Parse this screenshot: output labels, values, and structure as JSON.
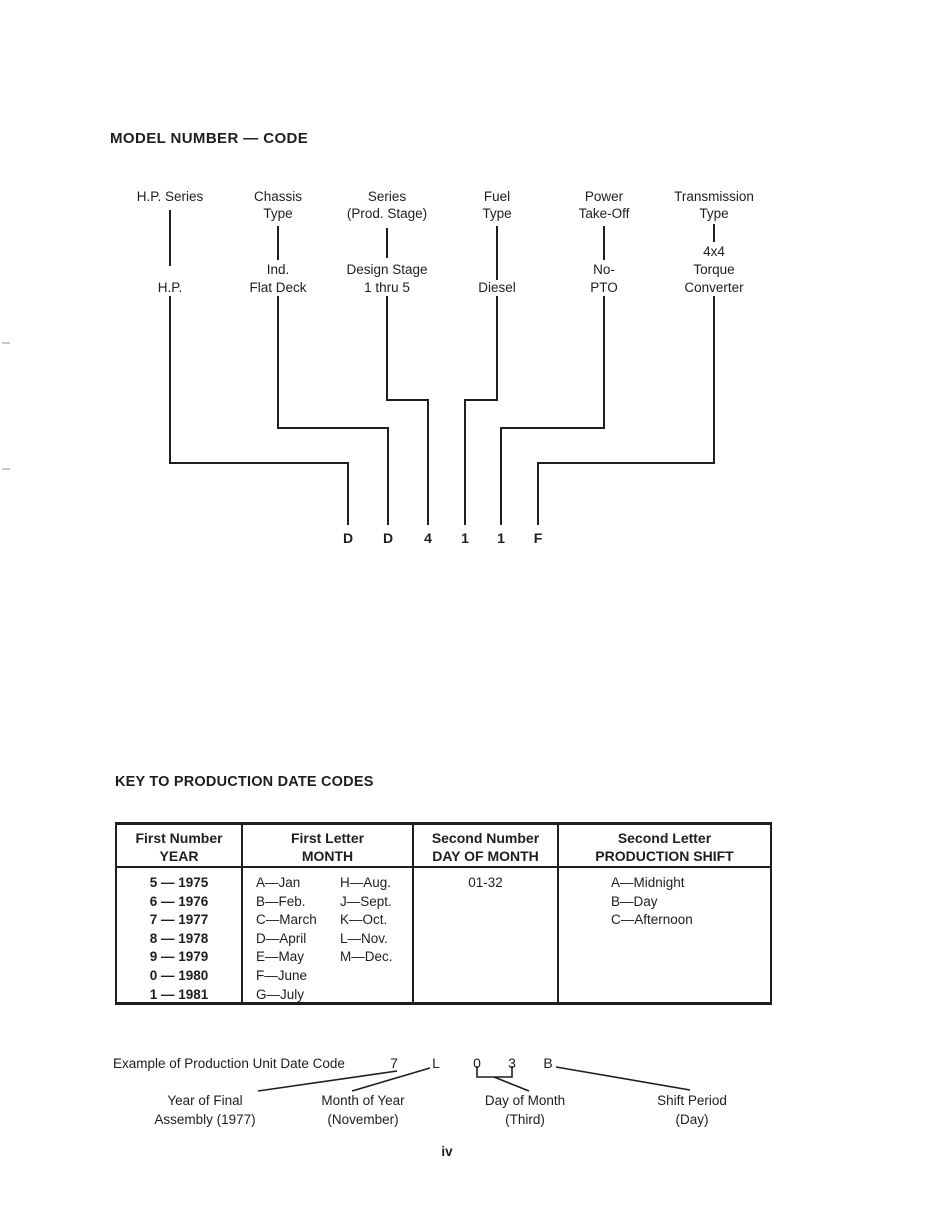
{
  "colors": {
    "ink": "#1e1e1e",
    "paper": "#ffffff"
  },
  "page": {
    "number": "iv"
  },
  "model_code_diagram": {
    "title": "MODEL NUMBER — CODE",
    "columns": [
      {
        "label": [
          "H.P. Series"
        ],
        "value": [
          "H.P."
        ],
        "code": "D"
      },
      {
        "label": [
          "Chassis",
          "Type"
        ],
        "value": [
          "Ind.",
          "Flat Deck"
        ],
        "code": "D"
      },
      {
        "label": [
          "Series",
          "(Prod. Stage)"
        ],
        "value": [
          "Design Stage",
          "1 thru 5"
        ],
        "code": "4"
      },
      {
        "label": [
          "Fuel",
          "Type"
        ],
        "value": [
          "Diesel"
        ],
        "code": "1"
      },
      {
        "label": [
          "Power",
          "Take-Off"
        ],
        "value": [
          "No-",
          "PTO"
        ],
        "code": "1"
      },
      {
        "label": [
          "Transmission",
          "Type"
        ],
        "value": [
          "4x4",
          "Torque",
          "Converter"
        ],
        "code": "F"
      }
    ]
  },
  "date_codes": {
    "heading": "KEY TO PRODUCTION DATE CODES",
    "table": {
      "headers": [
        [
          "First Number",
          "YEAR"
        ],
        [
          "First Letter",
          "MONTH"
        ],
        [
          "Second Number",
          "DAY OF MONTH"
        ],
        [
          "Second Letter",
          "PRODUCTION SHIFT"
        ]
      ],
      "year_rows": [
        "5 — 1975",
        "6 — 1976",
        "7 — 1977",
        "8 — 1978",
        "9 — 1979",
        "0 — 1980",
        "1 — 1981"
      ],
      "month_rows": [
        [
          "A—Jan",
          "H—Aug."
        ],
        [
          "B—Feb.",
          "J—Sept."
        ],
        [
          "C—March",
          "K—Oct."
        ],
        [
          "D—April",
          "L—Nov."
        ],
        [
          "E—May",
          "M—Dec."
        ],
        [
          "F—June"
        ],
        [
          "G—July"
        ]
      ],
      "day_of_month": "01-32",
      "shift_rows": [
        "A—Midnight",
        "B—Day",
        "C—Afternoon"
      ]
    },
    "example": {
      "label": "Example of Production Unit Date Code",
      "code": [
        "7",
        "L",
        "0",
        "3",
        "B"
      ],
      "callouts": [
        [
          "Year of Final",
          "Assembly (1977)"
        ],
        [
          "Month of Year",
          "(November)"
        ],
        [
          "Day of Month",
          "(Third)"
        ],
        [
          "Shift Period",
          "(Day)"
        ]
      ]
    }
  }
}
